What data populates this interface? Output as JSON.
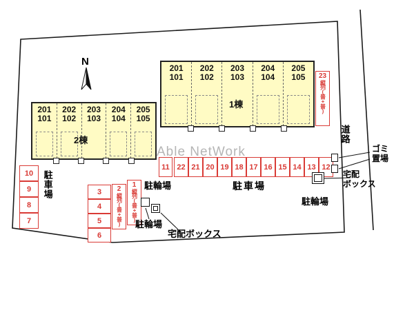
{
  "colors": {
    "stall_red": "#d93a35",
    "building_yellow": "#fffbc4",
    "boundary_black": "#1a1a1a",
    "watermark_gray": "#b5b5b5"
  },
  "compass": {
    "label": "N"
  },
  "watermark": "Able NetWork",
  "road": {
    "label": "道路"
  },
  "buildings": {
    "b1": {
      "name": "1棟",
      "units": [
        {
          "t": "201",
          "b": "101"
        },
        {
          "t": "202",
          "b": "102"
        },
        {
          "t": "203",
          "b": "103"
        },
        {
          "t": "204",
          "b": "104"
        },
        {
          "t": "205",
          "b": "105"
        }
      ]
    },
    "b2": {
      "name": "2棟",
      "units": [
        {
          "t": "201",
          "b": "101"
        },
        {
          "t": "202",
          "b": "102"
        },
        {
          "t": "203",
          "b": "103"
        },
        {
          "t": "204",
          "b": "104"
        },
        {
          "t": "205",
          "b": "105"
        }
      ]
    }
  },
  "parking": {
    "left_area_label": "駐車場",
    "main_area_label": "駐車場",
    "left_col": [
      "10",
      "9",
      "8",
      "7"
    ],
    "mid_col": [
      "3",
      "4",
      "5",
      "6"
    ],
    "single": "11",
    "row": [
      "22",
      "21",
      "20",
      "19",
      "18",
      "17",
      "16",
      "15",
      "14",
      "13",
      "12"
    ],
    "tandem2": {
      "num": "2",
      "label": "縦列(普+普)"
    },
    "tandem1": {
      "num": "1",
      "label": "縦列(普+普)"
    },
    "tandem23": {
      "num": "23",
      "label": "縦列(普+普)"
    }
  },
  "facilities": {
    "bicycle_top": "駐輪場",
    "bicycle_bottom": "駐輪場",
    "bicycle_right": "駐輪場",
    "delivery_bottom": "宅配ボックス",
    "delivery_right_line1": "宅配",
    "delivery_right_line2": "ボックス",
    "garbage_line1": "ゴミ",
    "garbage_line2": "置場"
  }
}
